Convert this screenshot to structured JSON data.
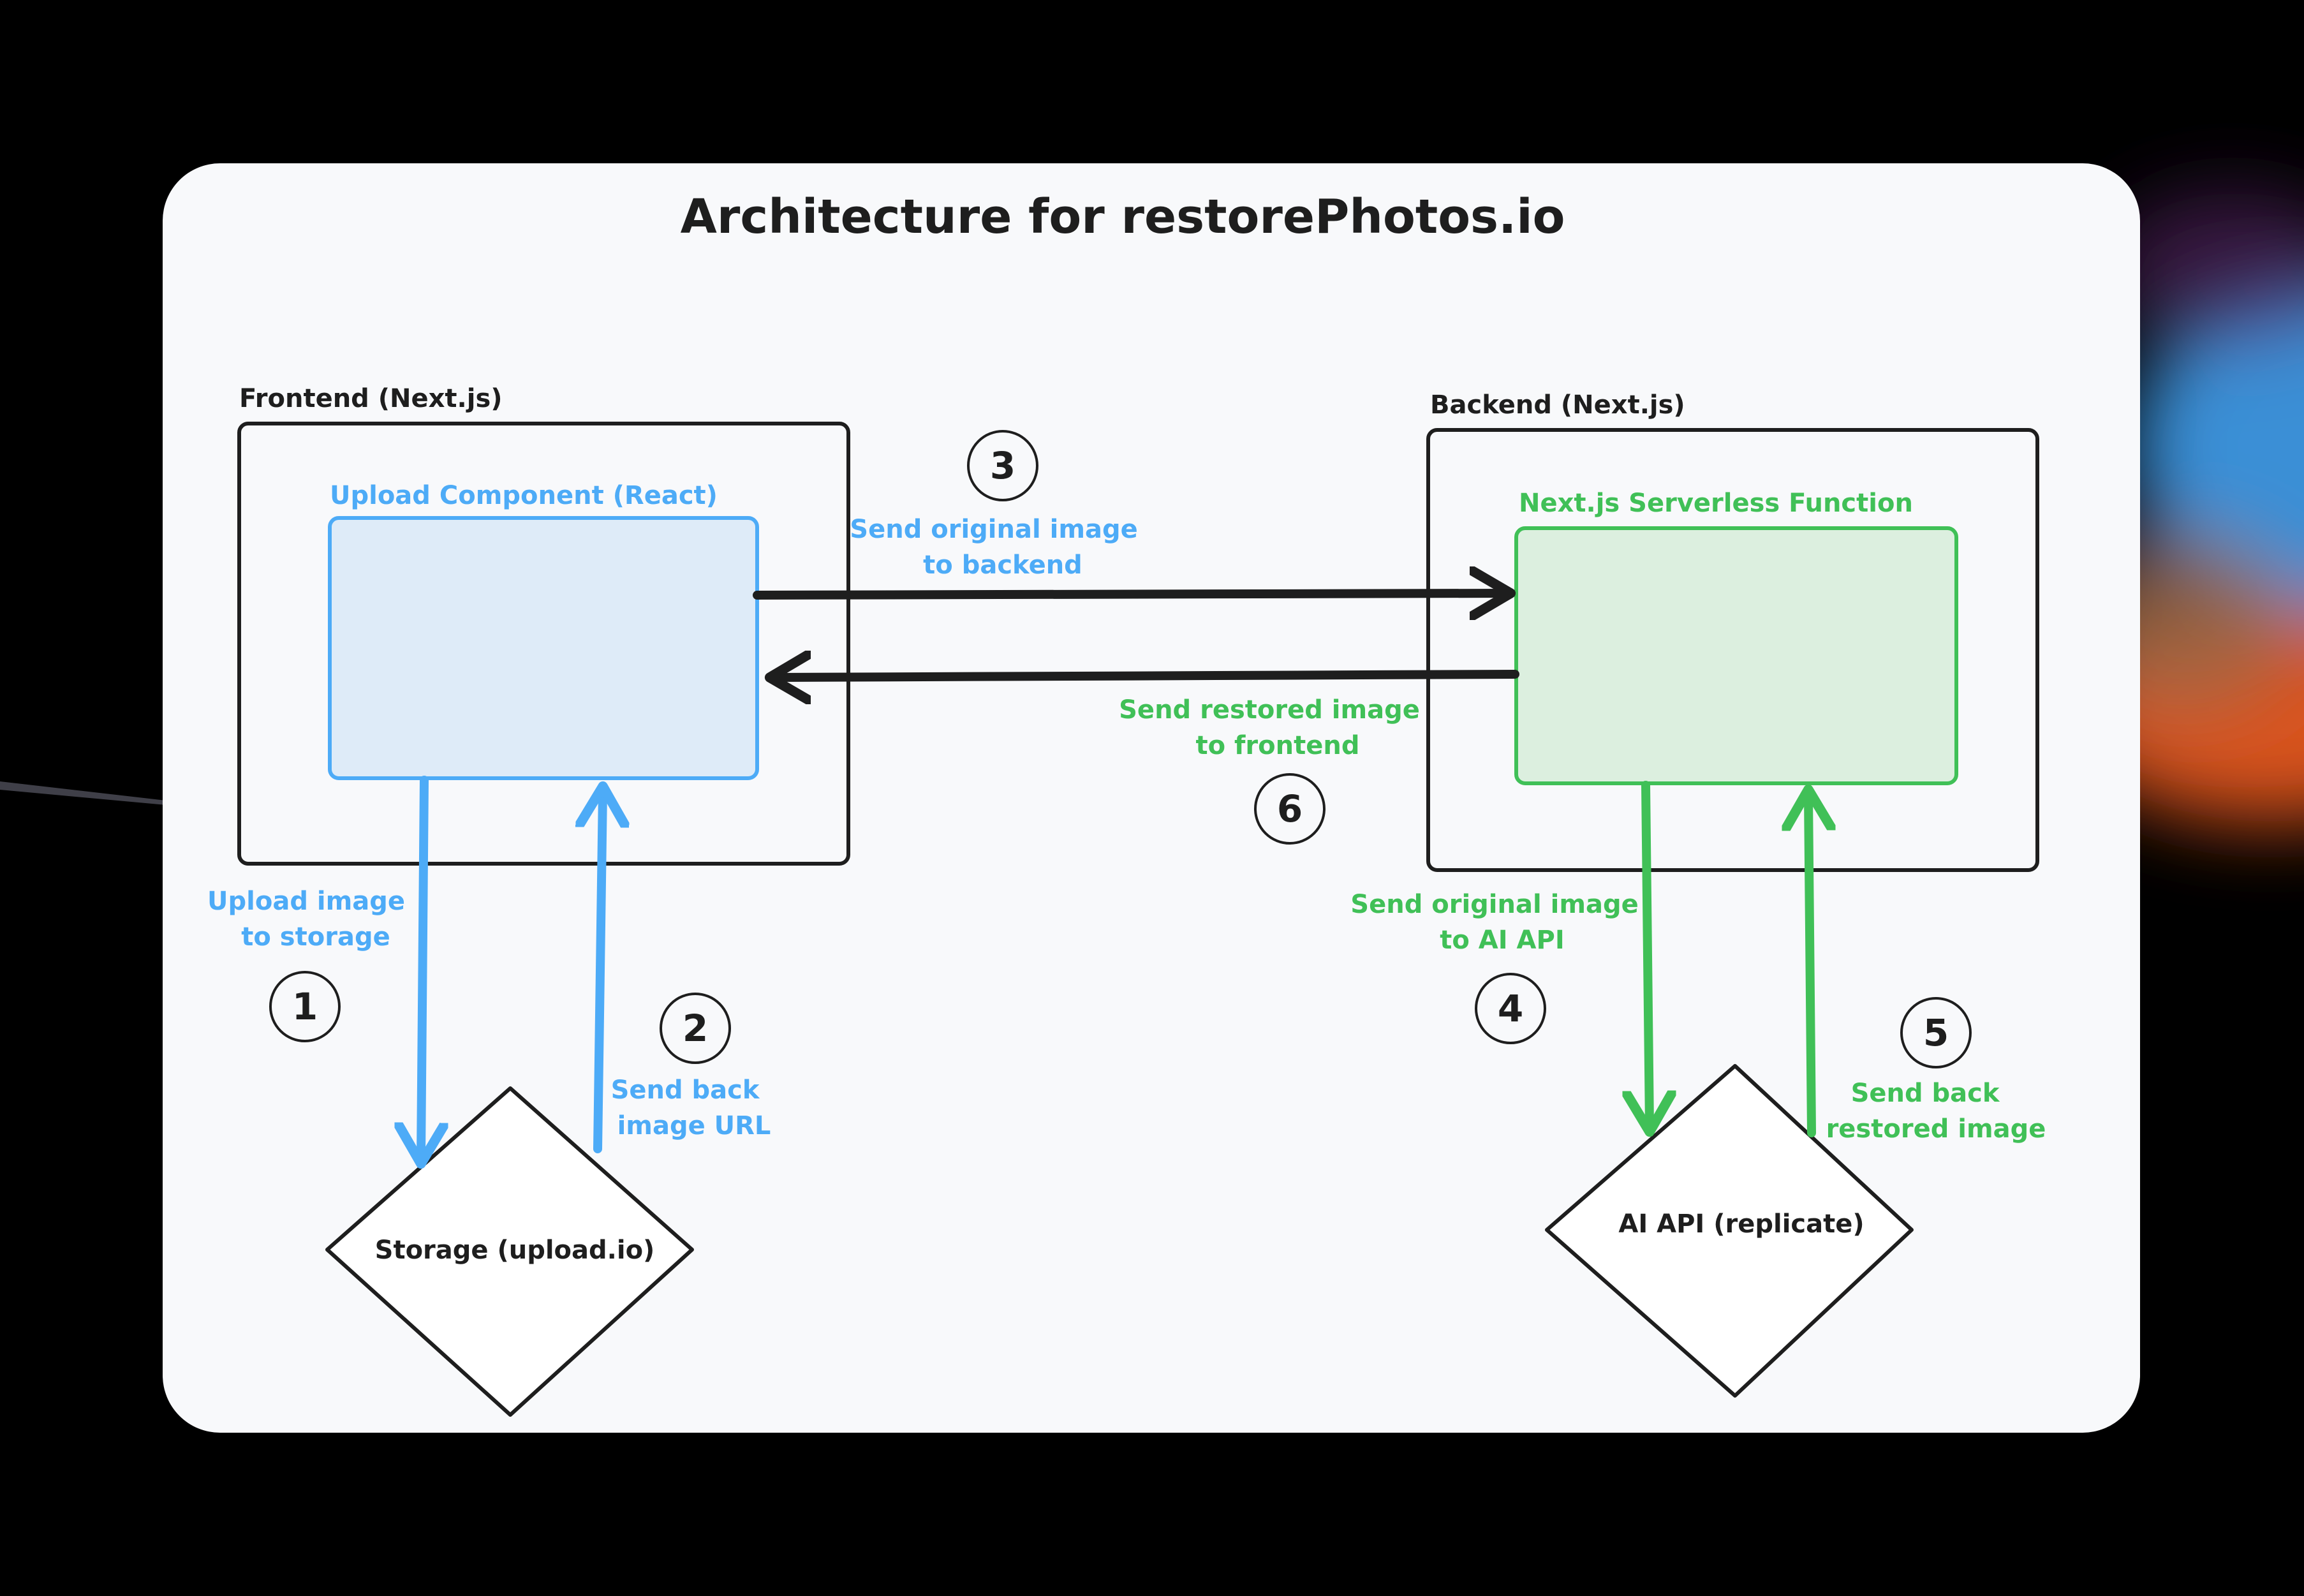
{
  "title": "Architecture for restorePhotos.io",
  "colors": {
    "frontend_accent": "#4dabf7",
    "frontend_fill": "#deebf8",
    "backend_accent": "#40c057",
    "backend_fill": "#dcefdf",
    "ink": "#1e1e1e",
    "card": "#f8f9fb"
  },
  "containers": {
    "frontend": {
      "label": "Frontend (Next.js)"
    },
    "backend": {
      "label": "Backend (Next.js)"
    }
  },
  "components": {
    "upload": {
      "label": "Upload Component (React)"
    },
    "serverless": {
      "label": "Next.js Serverless Function"
    }
  },
  "nodes": {
    "storage": {
      "label": "Storage (upload.io)"
    },
    "ai_api": {
      "label": "AI API (replicate)"
    }
  },
  "steps": [
    {
      "num": "1",
      "label_lines": [
        "Upload image",
        "to storage"
      ]
    },
    {
      "num": "2",
      "label_lines": [
        "Send back",
        "image URL"
      ]
    },
    {
      "num": "3",
      "label_lines": [
        "Send original image",
        "to backend"
      ]
    },
    {
      "num": "4",
      "label_lines": [
        "Send original image",
        "to AI API"
      ]
    },
    {
      "num": "5",
      "label_lines": [
        "Send back",
        "restored image"
      ]
    },
    {
      "num": "6",
      "label_lines": [
        "Send restored image",
        "to frontend"
      ]
    }
  ]
}
